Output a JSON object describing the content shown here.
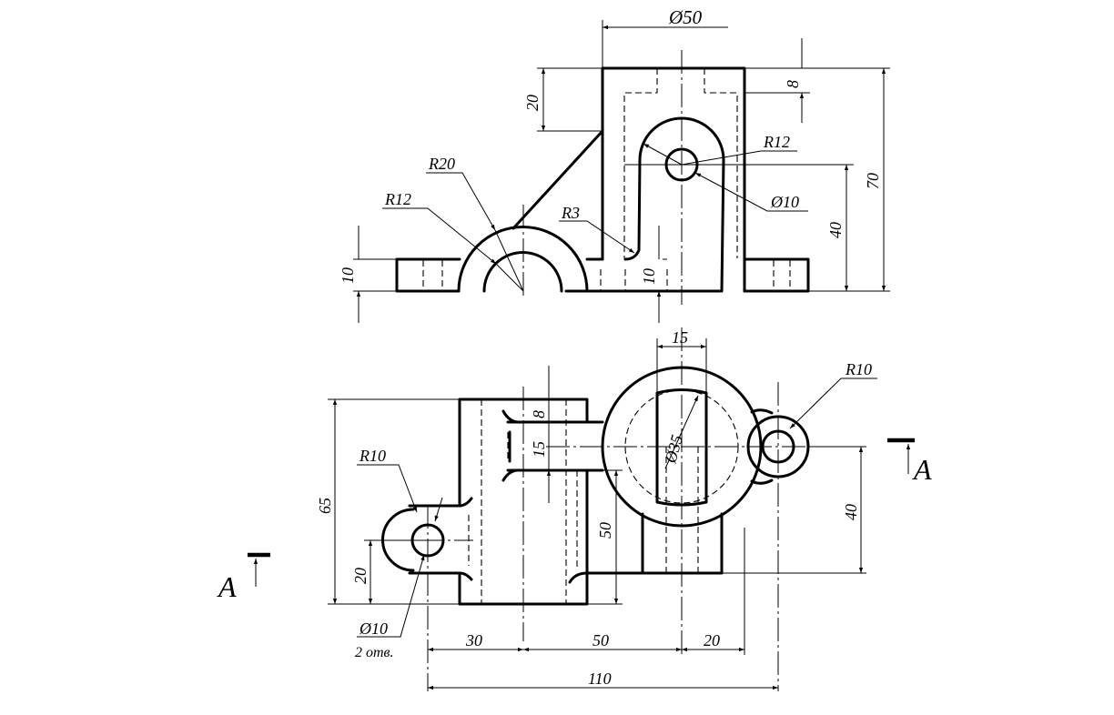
{
  "dimensions": {
    "top_diameter": "Ø50",
    "top_depth": "20",
    "top_groove": "8",
    "top_total_height": "70",
    "top_hole_height": "40",
    "top_base_thickness": "10",
    "top_rib_thickness": "10",
    "top_r20": "R20",
    "top_r12_left": "R12",
    "top_r3": "R3",
    "top_r12_right": "R12",
    "top_hole": "Ø10",
    "plan_slot_width": "15",
    "plan_r10_right": "R10",
    "plan_groove": "8",
    "plan_slot_height": "15",
    "plan_bore": "Ø35",
    "plan_width": "65",
    "plan_r10_left": "R10",
    "plan_hole_offset": "20",
    "plan_body_height": "50",
    "plan_right_offset": "40",
    "plan_hole": "Ø10",
    "plan_hole_count": "2 отв.",
    "plan_x_30": "30",
    "plan_x_50": "50",
    "plan_x_20": "20",
    "plan_total_length": "110"
  },
  "section": {
    "left_label": "A",
    "right_label": "A"
  }
}
